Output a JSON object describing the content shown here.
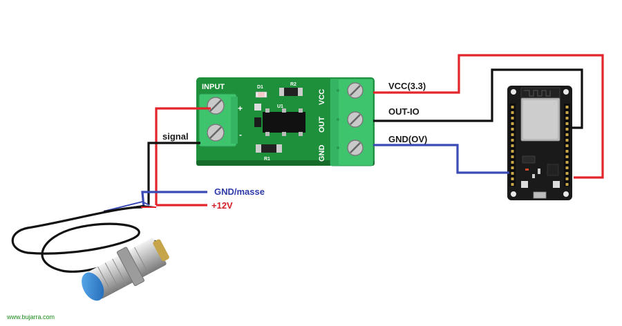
{
  "colors": {
    "wire_red": "#e3242b",
    "wire_black": "#111111",
    "wire_blue": "#3b4bb5",
    "pcb_green": "#1e8f3a",
    "terminal_green": "#3ec46d",
    "esp_board": "#1a1a1a",
    "sensor_cap": "#2a7fd0",
    "text_dark": "#1a1a1a",
    "text_blue": "#2d3aa8",
    "text_red": "#d21f26",
    "watermark": "#1a8a1a"
  },
  "icons": {
    "pcb": "optocoupler-module-icon",
    "esp": "esp32-devkit-icon",
    "sensor": "inductive-proximity-sensor-icon"
  },
  "labels": {
    "vcc": "VCC(3.3)",
    "out_io": "OUT-IO",
    "gnd_ov": "GND(OV)",
    "signal": "signal",
    "gnd_masse": "GND/masse",
    "plus12v": "+12V"
  },
  "pcb": {
    "input": "INPUT",
    "plus": "+",
    "minus": "-",
    "d1": "D1",
    "r2": "R2",
    "u1": "U1",
    "r1": "R1",
    "vcc": "VCC",
    "out": "OUT",
    "gnd": "GND"
  },
  "watermark": "www.bujarra.com"
}
